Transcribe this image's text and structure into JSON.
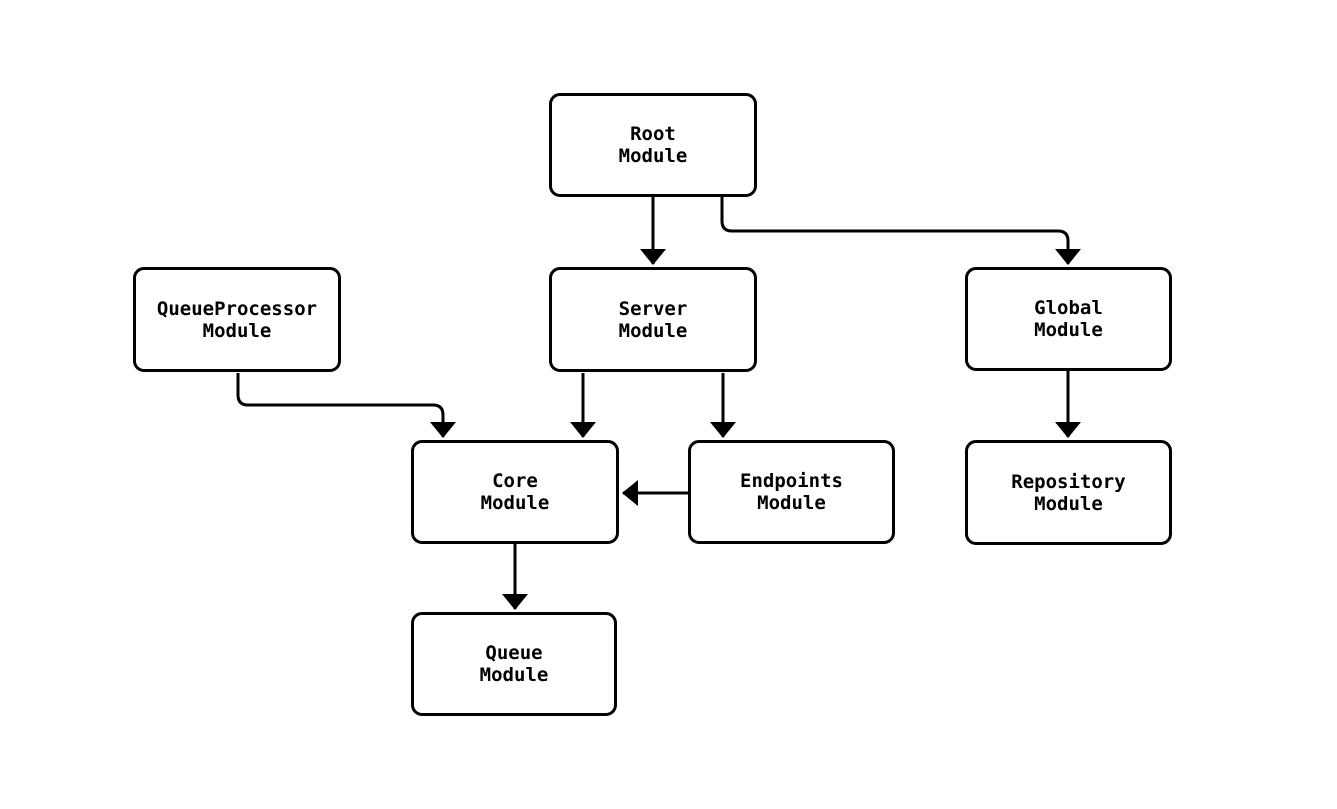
{
  "diagram": {
    "type": "module-dependency-flowchart",
    "background_color": "#ffffff",
    "node_fill": "#ffffff",
    "node_border_color": "#000000",
    "edge_color": "#000000",
    "text_color": "#000000"
  },
  "nodes": {
    "root": {
      "label": "Root Module",
      "line1": "Root",
      "line2": "Module"
    },
    "queueprocessor": {
      "label": "QueueProcessor Module",
      "line1": "QueueProcessor",
      "line2": "Module"
    },
    "server": {
      "label": "Server Module",
      "line1": "Server",
      "line2": "Module"
    },
    "global": {
      "label": "Global Module",
      "line1": "Global",
      "line2": "Module"
    },
    "core": {
      "label": "Core Module",
      "line1": "Core",
      "line2": "Module"
    },
    "endpoints": {
      "label": "Endpoints Module",
      "line1": "Endpoints",
      "line2": "Module"
    },
    "repository": {
      "label": "Repository Module",
      "line1": "Repository",
      "line2": "Module"
    },
    "queue": {
      "label": "Queue Module",
      "line1": "Queue",
      "line2": "Module"
    }
  },
  "edges": [
    {
      "from": "Root Module",
      "to": "Server Module"
    },
    {
      "from": "Root Module",
      "to": "Global Module"
    },
    {
      "from": "QueueProcessor Module",
      "to": "Core Module"
    },
    {
      "from": "Server Module",
      "to": "Core Module"
    },
    {
      "from": "Server Module",
      "to": "Endpoints Module"
    },
    {
      "from": "Endpoints Module",
      "to": "Core Module"
    },
    {
      "from": "Global Module",
      "to": "Repository Module"
    },
    {
      "from": "Core Module",
      "to": "Queue Module"
    }
  ]
}
